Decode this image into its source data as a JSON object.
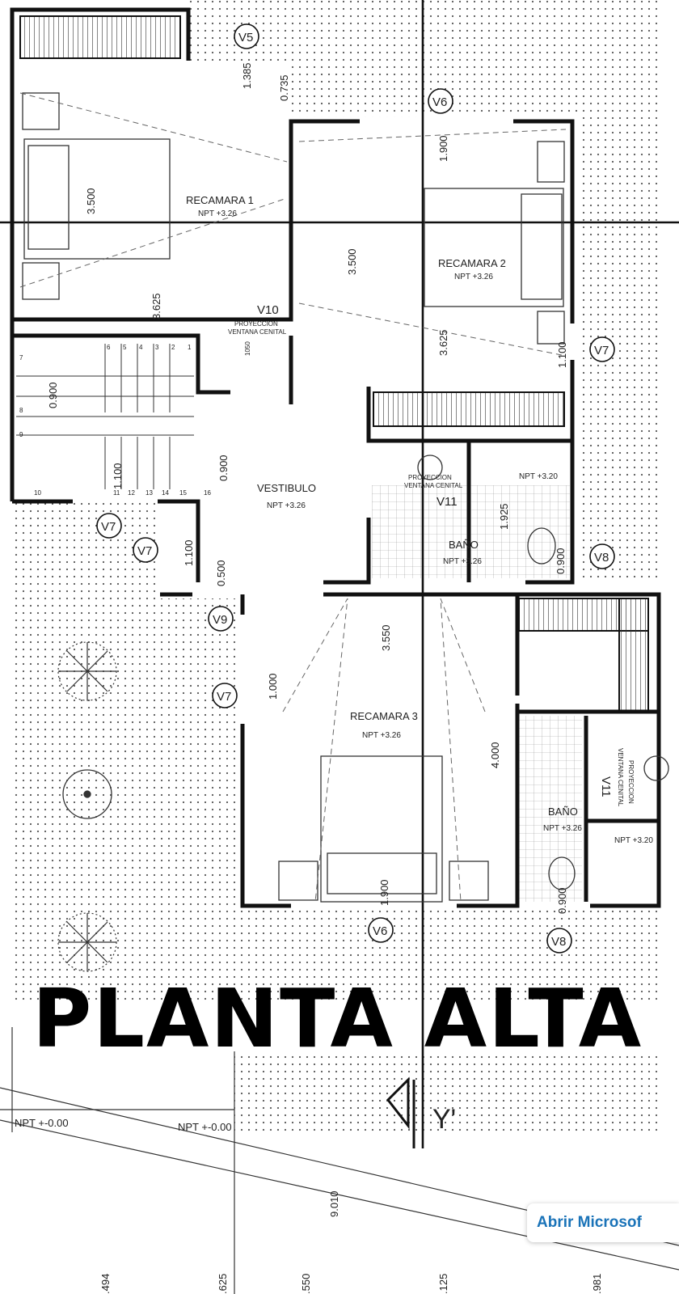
{
  "title": "PLANTA ALTA",
  "section_marker": "Y'",
  "open_button_label": "Abrir Microsof",
  "colors": {
    "wall": "#111111",
    "dots": "#555555",
    "link": "#1a73b8"
  },
  "rooms": {
    "bedroom1": {
      "name": "RECAMARA 1",
      "level": "NPT +3.26"
    },
    "bedroom2": {
      "name": "RECAMARA 2",
      "level": "NPT +3.26"
    },
    "bedroom3": {
      "name": "RECAMARA 3",
      "level": "NPT +3.26"
    },
    "lobby": {
      "name": "VESTIBULO",
      "level": "NPT +3.26"
    },
    "bath1": {
      "name": "BAÑO",
      "level": "NPT +3.26",
      "shower_level": "NPT +3.20"
    },
    "bath2": {
      "name": "BAÑO",
      "level": "NPT +3.26",
      "shower_level": "NPT +3.20"
    }
  },
  "windows": {
    "v5": "V5",
    "v6_top": "V6",
    "v6_bottom": "V6",
    "v7_right": "V7",
    "v7_left_a": "V7",
    "v7_left_b": "V7",
    "v7_mid": "V7",
    "v8_top": "V8",
    "v8_bottom": "V8",
    "v9": "V9",
    "v10": "V10",
    "v11_a": "V11",
    "v11_b": "V11"
  },
  "notes": {
    "proj_vc_1": "PROYECCION",
    "proj_vc_2": "VENTANA CENITAL",
    "proj_vc_3": "PROYECCION",
    "proj_vc_4": "VENTANA CENITAL",
    "proj_vc_5": "PROYECCION",
    "proj_vc_6": "VENTANA CENITAL",
    "npt_ground_1": "NPT +-0.00",
    "npt_ground_2": "NPT +-0.00",
    "d1050": "1050"
  },
  "dimensions": {
    "d1385": "1.385",
    "d0735": "0.735",
    "d3500a": "3.500",
    "d3625a": "3.625",
    "d1900a": "1.900",
    "d3500b": "3.500",
    "d3625b": "3.625",
    "d1100a": "1.100",
    "d0900a": "0.900",
    "d1100b": "1.100",
    "d0900b": "0.900",
    "d1100c": "1.100",
    "d0500": "0.500",
    "d1925": "1.925",
    "d0900c": "0.900",
    "d3550": "3.550",
    "d1000": "1.000",
    "d4000": "4.000",
    "d1900b": "1.900",
    "d0900d": "0.900",
    "d9010": "9.010",
    "b494": ".494",
    "b625": ".625",
    "b550": ".550",
    "b125": ".125",
    "b981": ".981"
  },
  "stairs": [
    "1",
    "2",
    "3",
    "4",
    "5",
    "6",
    "7",
    "8",
    "9",
    "10",
    "11",
    "12",
    "13",
    "14",
    "15",
    "16"
  ]
}
